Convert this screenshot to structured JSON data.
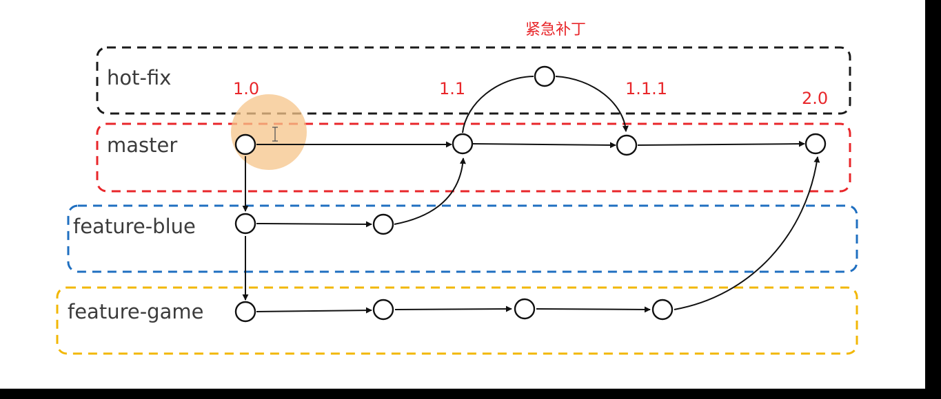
{
  "annotation": "紧急补丁",
  "lanes": {
    "hotfix": {
      "label": "hot-fix",
      "color": "#1a1a1a"
    },
    "master": {
      "label": "master",
      "color": "#e8262a"
    },
    "feature_blue": {
      "label": "feature-blue",
      "color": "#1f6fc0"
    },
    "feature_game": {
      "label": "feature-game",
      "color": "#f2b705"
    }
  },
  "versions": {
    "v1_0": "1.0",
    "v1_1": "1.1",
    "v1_1_1": "1.1.1",
    "v2_0": "2.0"
  },
  "colors": {
    "version_text": "#e8262a",
    "cursor_highlight": "#f5c48a"
  },
  "icons": {
    "cursor": "text-cursor-icon"
  }
}
